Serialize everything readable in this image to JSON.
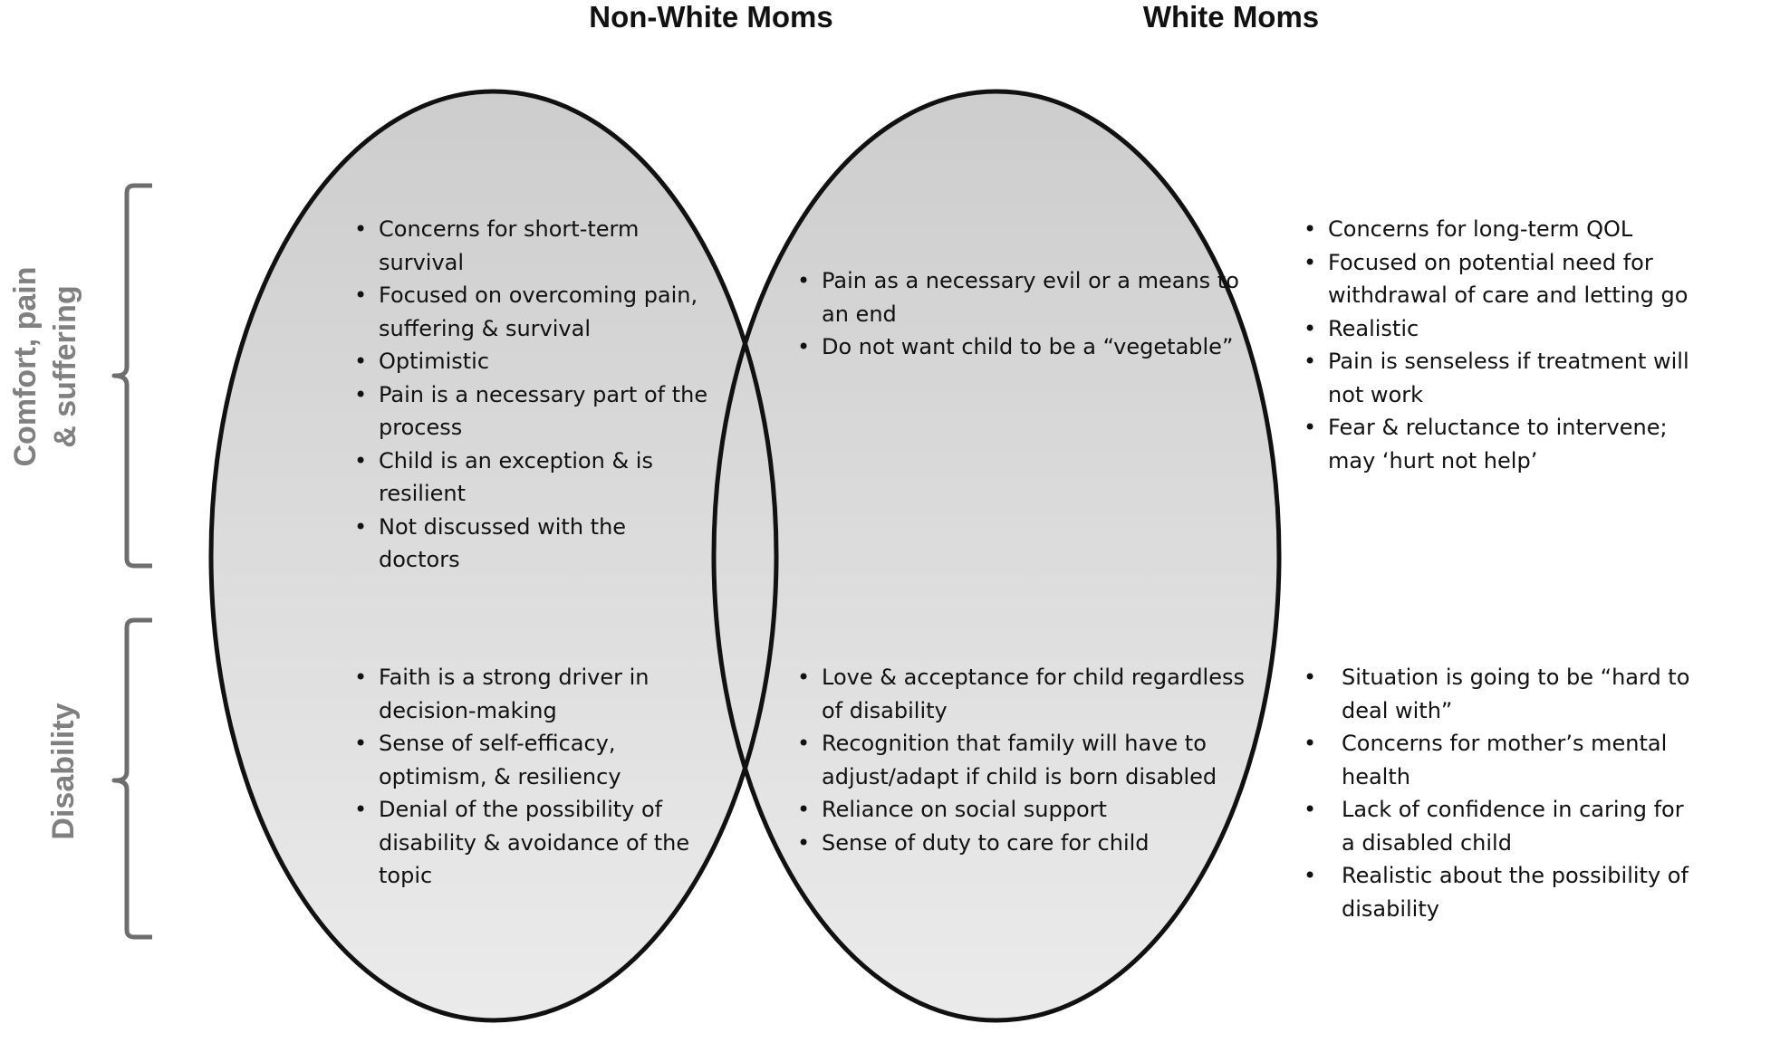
{
  "sets": {
    "left_title": "Non-White Moms",
    "right_title": "White Moms"
  },
  "rows": {
    "comfort_label_line1": "Comfort, pain",
    "comfort_label_line2": "& suffering",
    "disability_label": "Disability"
  },
  "comfort": {
    "left": [
      "Concerns for short-term survival",
      "Focused on overcoming pain, suffering & survival",
      "Optimistic",
      "Pain is a necessary part of the process",
      "Child is an exception & is resilient",
      "Not discussed with the doctors"
    ],
    "shared": [
      "Pain as a necessary evil or a means to an end",
      "Do not want child to be a “vegetable”"
    ],
    "right": [
      "Concerns for long-term QOL",
      "Focused on potential need for withdrawal of care and letting go",
      "Realistic",
      "Pain is senseless if treatment will not work",
      "Fear & reluctance to intervene; may ‘hurt not help’"
    ]
  },
  "disability": {
    "left": [
      "Faith is a strong driver in decision-making",
      "Sense of self-efficacy, optimism, & resiliency",
      "Denial of the possibility of disability & avoidance of the topic"
    ],
    "shared": [
      "Love & acceptance for child regardless of disability",
      "Recognition that family will have to adjust/adapt if child is born disabled",
      "Reliance on social support",
      "Sense of duty to care for child"
    ],
    "right": [
      "Situation is going to be “hard to deal with”",
      "Concerns for mother’s mental health",
      "Lack of confidence in caring for a disabled child",
      "Realistic about the possibility of disability"
    ]
  }
}
